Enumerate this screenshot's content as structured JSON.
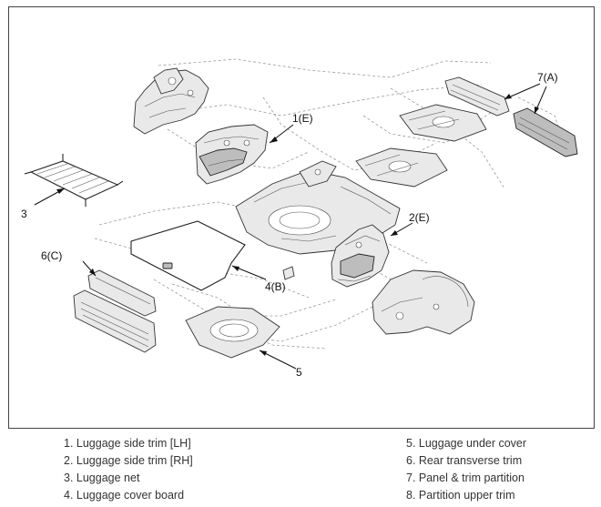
{
  "callouts": {
    "c1": "1(E)",
    "c2": "2(E)",
    "c3": "3",
    "c4": "4(B)",
    "c5": "5",
    "c6": "6(C)",
    "c7": "7(A)"
  },
  "legend": {
    "left": [
      "1. Luggage side trim [LH]",
      "2. Luggage side trim [RH]",
      "3. Luggage net",
      "4. Luggage cover board"
    ],
    "right": [
      "5. Luggage under cover",
      "6. Rear transverse trim",
      "7. Panel & trim partition",
      "8. Partition upper trim"
    ]
  }
}
